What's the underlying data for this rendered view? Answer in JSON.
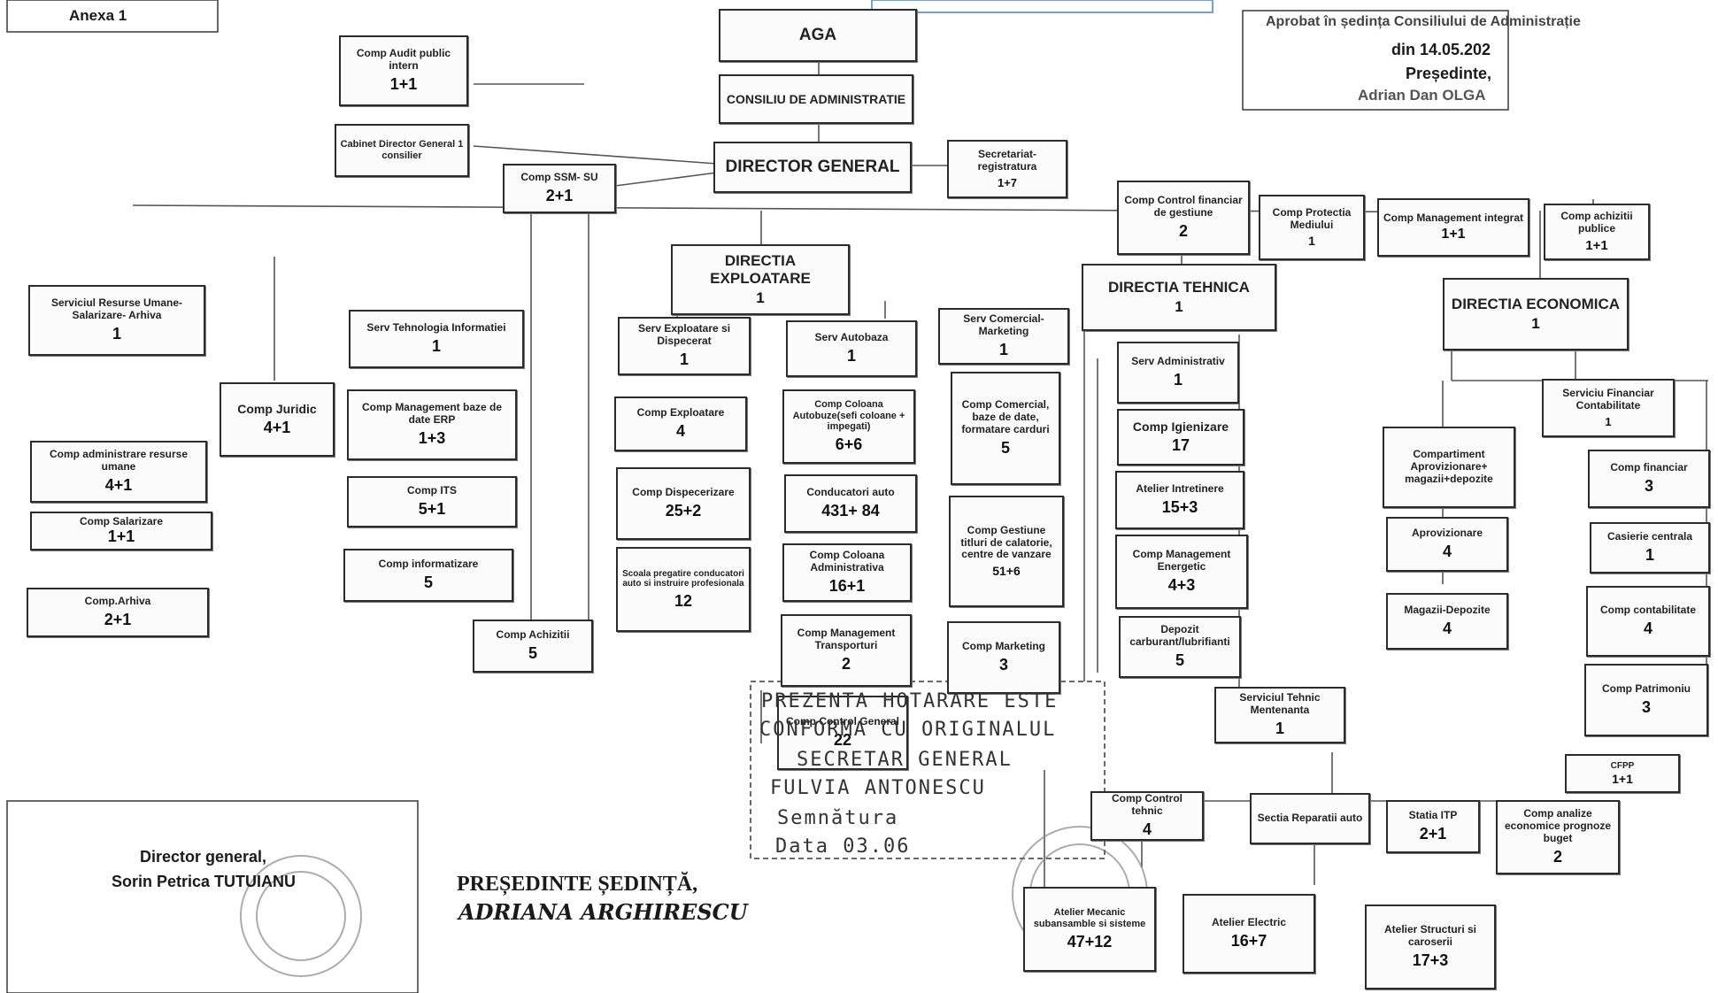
{
  "header": {
    "anexa": "Anexa 1",
    "approval_line1": "Aprobat în ședința Consiliului de Administrație",
    "approval_line2": "din 14.05.202",
    "approval_line3": "Președinte,",
    "approval_line4": "Adrian Dan OLGA"
  },
  "boxes": {
    "aga": {
      "label": "AGA",
      "count": ""
    },
    "consiliu": {
      "label": "CONSILIU DE ADMINISTRATIE",
      "count": ""
    },
    "director": {
      "label": "DIRECTOR GENERAL",
      "count": ""
    },
    "secretariat": {
      "label": "Secretariat-registratura",
      "count": "1+7"
    },
    "audit": {
      "label": "Comp Audit public intern",
      "count": "1+1"
    },
    "cabinet": {
      "label": "Cabinet Director General 1 consilier",
      "count": ""
    },
    "ssm": {
      "label": "Comp SSM- SU",
      "count": "2+1"
    },
    "control_fin": {
      "label": "Comp Control financiar de gestiune",
      "count": "2"
    },
    "protectia": {
      "label": "Comp Protectia Mediului",
      "count": "1"
    },
    "mgmt_integrat": {
      "label": "Comp Management integrat",
      "count": "1+1"
    },
    "achizitii_pub": {
      "label": "Comp achizitii publice",
      "count": "1+1"
    },
    "dir_exploatare": {
      "label": "DIRECTIA EXPLOATARE",
      "count": "1"
    },
    "dir_tehnica": {
      "label": "DIRECTIA TEHNICA",
      "count": "1"
    },
    "dir_economica": {
      "label": "DIRECTIA ECONOMICA",
      "count": "1"
    },
    "serv_ru": {
      "label": "Serviciul Resurse Umane-Salarizare- Arhiva",
      "count": "1"
    },
    "adm_ru": {
      "label": "Comp administrare resurse umane",
      "count": "4+1"
    },
    "salarizare": {
      "label": "Comp Salarizare",
      "count": "1+1"
    },
    "arhiva": {
      "label": "Comp.Arhiva",
      "count": "2+1"
    },
    "juridic": {
      "label": "Comp Juridic",
      "count": "4+1"
    },
    "serv_ti": {
      "label": "Serv Tehnologia Informatiei",
      "count": "1"
    },
    "mgmt_erp": {
      "label": "Comp Management baze de date ERP",
      "count": "1+3"
    },
    "its": {
      "label": "Comp ITS",
      "count": "5+1"
    },
    "informatizare": {
      "label": "Comp informatizare",
      "count": "5"
    },
    "achizitii": {
      "label": "Comp Achizitii",
      "count": "5"
    },
    "serv_expl": {
      "label": "Serv Exploatare si Dispecerat",
      "count": "1"
    },
    "comp_expl": {
      "label": "Comp Exploatare",
      "count": "4"
    },
    "comp_disp": {
      "label": "Comp Dispecerizare",
      "count": "25+2"
    },
    "scoala": {
      "label": "Scoala pregatire conducatori auto si instruire profesionala",
      "count": "12"
    },
    "serv_autobaza": {
      "label": "Serv Autobaza",
      "count": "1"
    },
    "coloana_auto": {
      "label": "Comp Coloana Autobuze(sefi coloane + impegati)",
      "count": "6+6"
    },
    "conducatori": {
      "label": "Conducatori auto",
      "count": "431+ 84"
    },
    "coloana_adm": {
      "label": "Comp Coloana Administrativa",
      "count": "16+1"
    },
    "mgmt_transp": {
      "label": "Comp Management Transporturi",
      "count": "2"
    },
    "control_gen": {
      "label": "Comp Control General",
      "count": "22"
    },
    "serv_comercial": {
      "label": "Serv Comercial-Marketing",
      "count": "1"
    },
    "comp_comercial": {
      "label": "Comp Comercial, baze de date, formatare carduri",
      "count": "5"
    },
    "gestiune_titluri": {
      "label": "Comp Gestiune titluri de calatorie, centre de vanzare",
      "count": "51+6"
    },
    "marketing": {
      "label": "Comp Marketing",
      "count": "3"
    },
    "serv_adm": {
      "label": "Serv Administrativ",
      "count": "1"
    },
    "igienizare": {
      "label": "Comp Igienizare",
      "count": "17"
    },
    "atelier_intretinere": {
      "label": "Atelier Intretinere",
      "count": "15+3"
    },
    "mgmt_energetic": {
      "label": "Comp Management Energetic",
      "count": "4+3"
    },
    "depozit_carb": {
      "label": "Depozit carburant/lubrifianti",
      "count": "5"
    },
    "serv_tehnic": {
      "label": "Serviciul Tehnic Mentenanta",
      "count": "1"
    },
    "control_tehnic": {
      "label": "Comp Control tehnic",
      "count": "4"
    },
    "sectie_reparatii": {
      "label": "Sectia Reparatii auto",
      "count": ""
    },
    "statia_itp": {
      "label": "Statia ITP",
      "count": "2+1"
    },
    "atelier_mecanic": {
      "label": "Atelier Mecanic subansamble si sisteme",
      "count": "47+12"
    },
    "atelier_electric": {
      "label": "Atelier Electric",
      "count": "16+7"
    },
    "atelier_structuri": {
      "label": "Atelier Structuri si caroserii",
      "count": "17+3"
    },
    "serv_fin": {
      "label": "Serviciu Financiar Contabilitate",
      "count": "1"
    },
    "aprovizionare_comp": {
      "label": "Compartiment Aprovizionare+ magazii+depozite",
      "count": ""
    },
    "aprovizionare": {
      "label": "Aprovizionare",
      "count": "4"
    },
    "magazii": {
      "label": "Magazii-Depozite",
      "count": "4"
    },
    "financiar": {
      "label": "Comp financiar",
      "count": "3"
    },
    "casierie": {
      "label": "Casierie centrala",
      "count": "1"
    },
    "contabilitate": {
      "label": "Comp contabilitate",
      "count": "4"
    },
    "patrimoniu": {
      "label": "Comp Patrimoniu",
      "count": "3"
    },
    "cfpp": {
      "label": "CFPP",
      "count": "1+1"
    },
    "analize": {
      "label": "Comp analize economice prognoze buget",
      "count": "2"
    }
  },
  "footer": {
    "director_title": "Director general,",
    "director_name": "Sorin Petrica TUTUIANU",
    "presedinte": "PREȘEDINTE ȘEDINȚĂ,",
    "presedinte_sig": "ADRIANA ARGHIRESCU",
    "stamp_line1": "PREZENTA HOTARARE ESTE",
    "stamp_line2": "CONFORMA CU ORIGINALUL",
    "stamp_line3": "SECRETAR GENERAL",
    "stamp_line4": "FULVIA ANTONESCU",
    "stamp_line5": "Semnătura",
    "stamp_line6": "Data  03.06"
  }
}
